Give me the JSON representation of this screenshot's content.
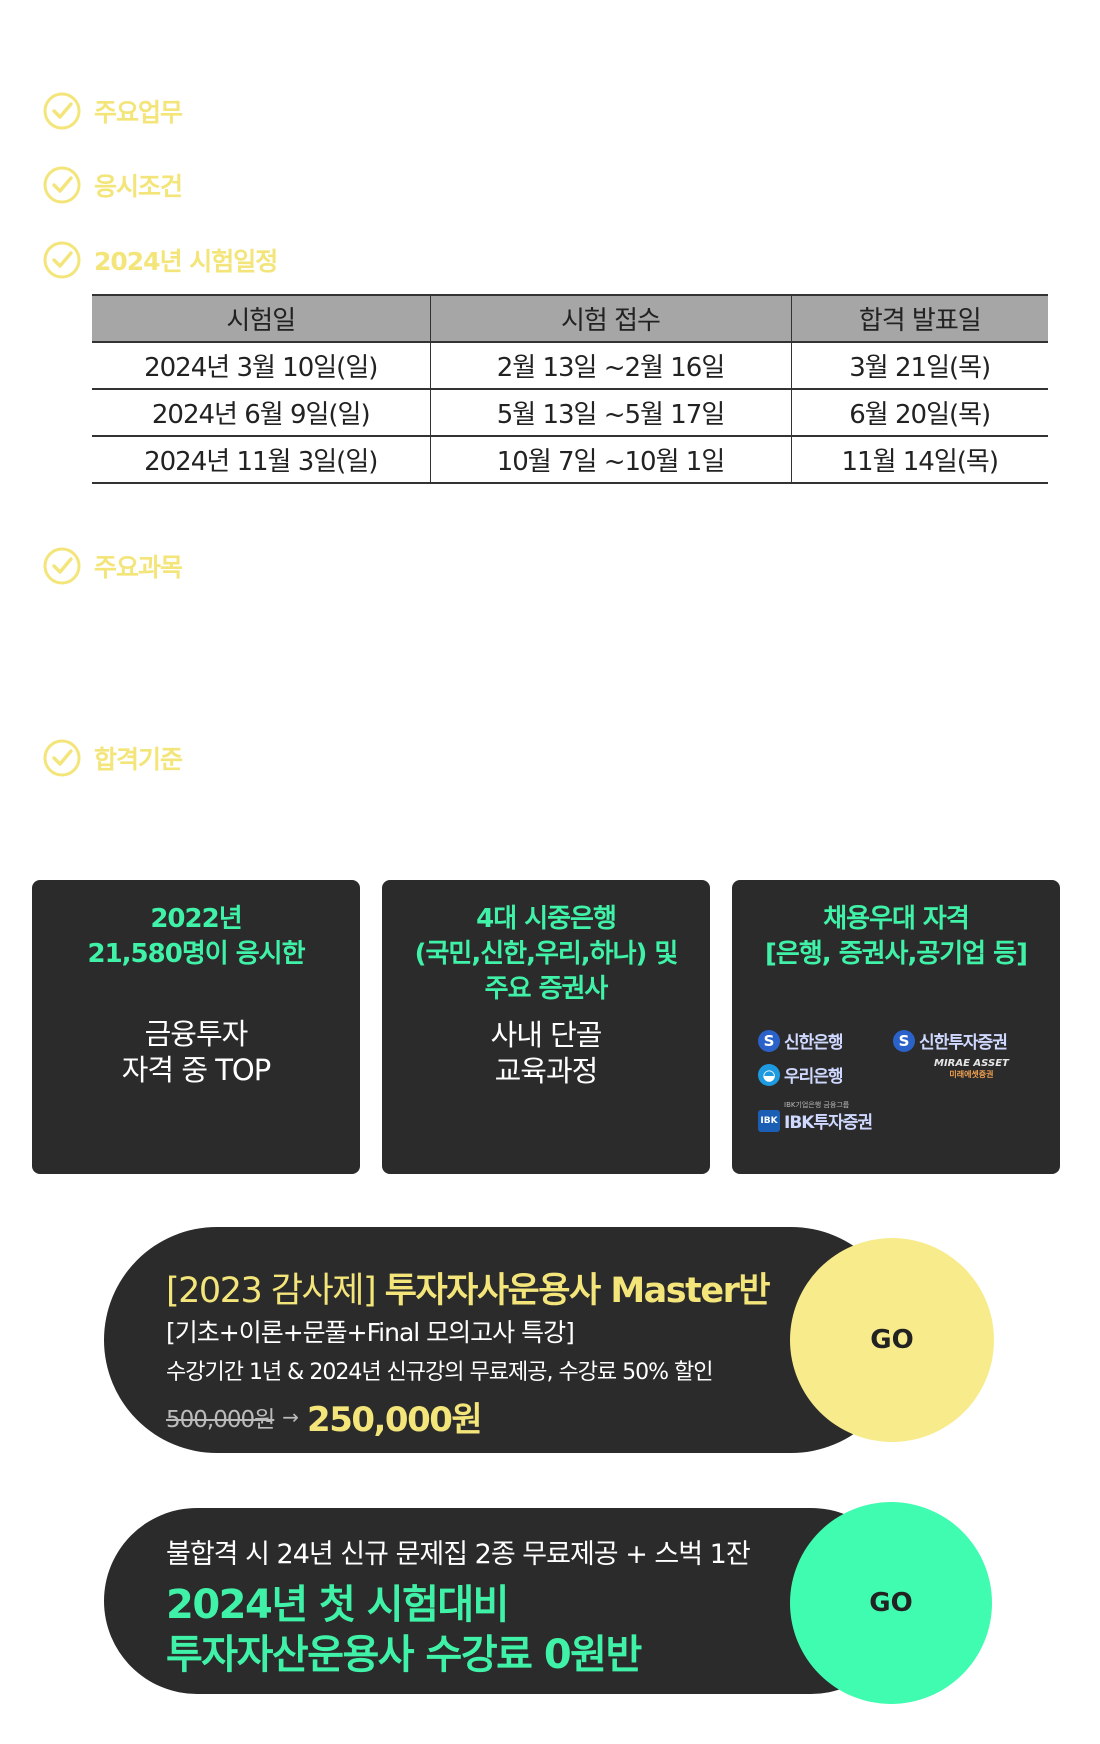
{
  "sections": {
    "duties": "주요업무",
    "requirements": "응시조건",
    "schedule": "2024년 시험일정",
    "subjects": "주요과목",
    "pass_criteria": "합격기준"
  },
  "schedule_table": {
    "headers": [
      "시험일",
      "시험 접수",
      "합격 발표일"
    ],
    "rows": [
      [
        "2024년 3월 10일(일)",
        "2월 13일 ~2월 16일",
        "3월 21일(목)"
      ],
      [
        "2024년 6월 9일(일)",
        "5월 13일 ~5월 17일",
        "6월 20일(목)"
      ],
      [
        "2024년 11월 3일(일)",
        "10월 7일 ~10월 1일",
        "11월 14일(목)"
      ]
    ]
  },
  "cards": [
    {
      "headline": [
        "2022년",
        "21,580명이 응시한"
      ],
      "body": [
        "금융투자",
        "자격 중 TOP"
      ]
    },
    {
      "headline": [
        "4대 시중은행",
        "(국민,신한,우리,하나) 및",
        "주요 증권사"
      ],
      "body": [
        "사내 단골",
        "교육과정"
      ]
    },
    {
      "headline": [
        "채용우대 자격",
        "[은행, 증권사,공기업 등]"
      ],
      "logos": [
        "신한은행",
        "신한투자증권",
        "우리은행",
        "MIRAE ASSET",
        "미래에셋증권",
        "IBK투자증권",
        "IBK기업은행 금융그룹"
      ]
    }
  ],
  "banner1": {
    "tag": "[2023 감사제]",
    "title": "투자자사운용사 Master반",
    "subtitle": "[기초+이론+문풀+Final 모의고사 특강]",
    "desc": "수강기간 1년 & 2024년 신규강의 무료제공, 수강료 50% 할인",
    "old_price": "500,000원",
    "new_price": "250,000원",
    "cta": "GO"
  },
  "banner2": {
    "top": "불합격 시 24년 신규 문제집 2종 무료제공 + 스벅 1잔",
    "line1": "2024년 첫 시험대비",
    "line2": "투자자산운용사 수강료 0원반",
    "cta": "GO"
  }
}
